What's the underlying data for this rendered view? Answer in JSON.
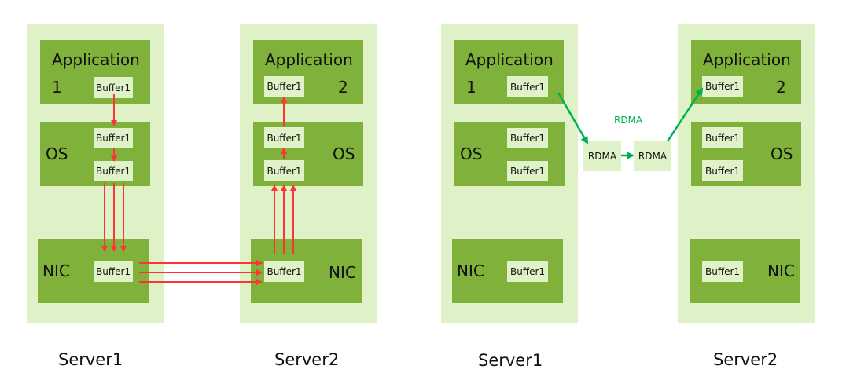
{
  "labels": {
    "application": "Application",
    "os": "OS",
    "nic": "NIC",
    "buffer": "Buffer1",
    "rdma": "RDMA",
    "num1": "1",
    "num2": "2",
    "server1": "Server1",
    "server2": "Server2"
  },
  "colors": {
    "server_bg": "#dff1c7",
    "layer_bg": "#80b13a",
    "buffer_bg": "#e0f2c8",
    "copy_arrow": "#ff3333",
    "rdma_arrow": "#00b050"
  }
}
